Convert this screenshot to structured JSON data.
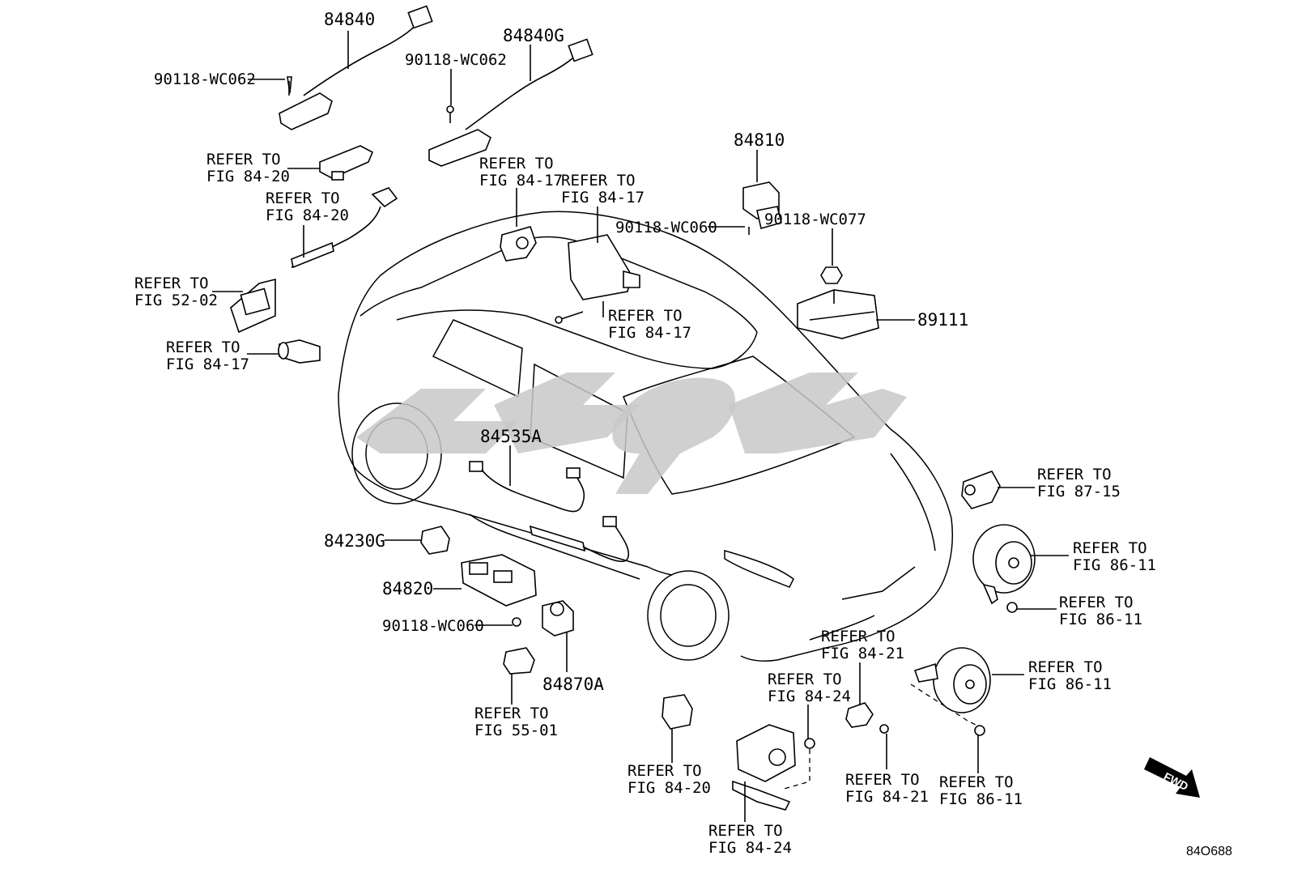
{
  "diagram": {
    "figure_code": "84O688",
    "fwd_label": "FWD",
    "parts": {
      "p84840": "84840",
      "p84840g": "84840G",
      "p84810": "84810",
      "p89111": "89111",
      "p84535a": "84535A",
      "p84230g": "84230G",
      "p84820": "84820",
      "p84870a": "84870A",
      "s_wc062_a": "90118-WC062",
      "s_wc062_b": "90118-WC062",
      "s_wc060_a": "90118-WC060",
      "s_wc077": "90118-WC077",
      "s_wc060_b": "90118-WC060"
    },
    "refs": {
      "r01": [
        "REFER TO",
        "FIG 84-20"
      ],
      "r02": [
        "REFER TO",
        "FIG 84-20"
      ],
      "r03": [
        "REFER TO",
        "FIG 52-02"
      ],
      "r04": [
        "REFER TO",
        "FIG 84-17"
      ],
      "r05": [
        "REFER TO",
        "FIG 84-17"
      ],
      "r06": [
        "REFER TO",
        "FIG 84-17"
      ],
      "r07": [
        "REFER TO",
        "FIG 84-17"
      ],
      "r08": [
        "REFER TO",
        "FIG 87-15"
      ],
      "r09": [
        "REFER TO",
        "FIG 86-11"
      ],
      "r10": [
        "REFER TO",
        "FIG 86-11"
      ],
      "r11": [
        "REFER TO",
        "FIG 84-21"
      ],
      "r12": [
        "REFER TO",
        "FIG 84-24"
      ],
      "r13": [
        "REFER TO",
        "FIG 86-11"
      ],
      "r14": [
        "REFER TO",
        "FIG 55-01"
      ],
      "r15": [
        "REFER TO",
        "FIG 84-20"
      ],
      "r16": [
        "REFER TO",
        "FIG 84-24"
      ],
      "r17": [
        "REFER TO",
        "FIG 84-21"
      ],
      "r18": [
        "REFER TO",
        "FIG 86-11"
      ]
    }
  }
}
